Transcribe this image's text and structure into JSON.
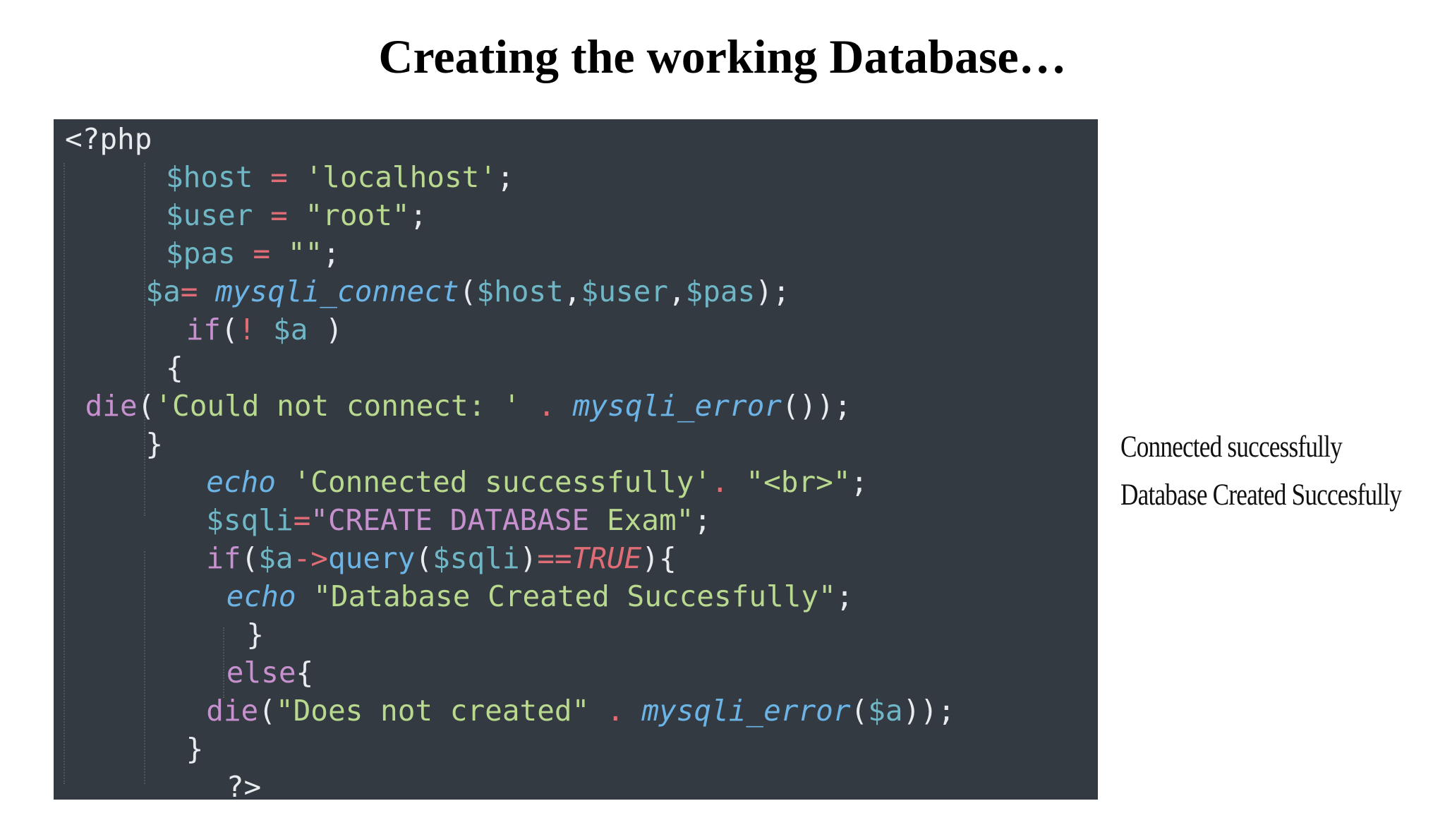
{
  "title": "Creating the working Database…",
  "code": {
    "lines": [
      {
        "indent": 0,
        "tokens": [
          {
            "t": "<?php",
            "c": "plain"
          }
        ]
      },
      {
        "indent": 5,
        "tokens": [
          {
            "t": "$host",
            "c": "var"
          },
          {
            "t": " = ",
            "c": "op"
          },
          {
            "t": "'localhost'",
            "c": "str"
          },
          {
            "t": ";",
            "c": "plain"
          }
        ]
      },
      {
        "indent": 5,
        "tokens": [
          {
            "t": "$user",
            "c": "var"
          },
          {
            "t": " = ",
            "c": "op"
          },
          {
            "t": "\"root\"",
            "c": "str"
          },
          {
            "t": ";",
            "c": "plain"
          }
        ]
      },
      {
        "indent": 5,
        "tokens": [
          {
            "t": "$pas",
            "c": "var"
          },
          {
            "t": " = ",
            "c": "op"
          },
          {
            "t": "\"\"",
            "c": "str"
          },
          {
            "t": ";",
            "c": "plain"
          }
        ]
      },
      {
        "indent": 4,
        "tokens": [
          {
            "t": "$a",
            "c": "var"
          },
          {
            "t": "= ",
            "c": "op"
          },
          {
            "t": "mysqli_connect",
            "c": "fn"
          },
          {
            "t": "(",
            "c": "plain"
          },
          {
            "t": "$host",
            "c": "var"
          },
          {
            "t": ",",
            "c": "plain"
          },
          {
            "t": "$user",
            "c": "var"
          },
          {
            "t": ",",
            "c": "plain"
          },
          {
            "t": "$pas",
            "c": "var"
          },
          {
            "t": ");",
            "c": "plain"
          }
        ]
      },
      {
        "indent": 6,
        "tokens": [
          {
            "t": "if",
            "c": "kw"
          },
          {
            "t": "(",
            "c": "plain"
          },
          {
            "t": "! ",
            "c": "op"
          },
          {
            "t": "$a",
            "c": "var"
          },
          {
            "t": " )",
            "c": "plain"
          }
        ]
      },
      {
        "indent": 5,
        "tokens": [
          {
            "t": "{",
            "c": "plain"
          }
        ]
      },
      {
        "indent": 1,
        "tokens": [
          {
            "t": "die",
            "c": "kw"
          },
          {
            "t": "(",
            "c": "plain"
          },
          {
            "t": "'Could not connect: '",
            "c": "str"
          },
          {
            "t": " . ",
            "c": "op"
          },
          {
            "t": "mysqli_error",
            "c": "fn"
          },
          {
            "t": "());",
            "c": "plain"
          }
        ]
      },
      {
        "indent": 4,
        "tokens": [
          {
            "t": "}",
            "c": "plain"
          }
        ]
      },
      {
        "indent": 7,
        "tokens": [
          {
            "t": "echo",
            "c": "fn"
          },
          {
            "t": " ",
            "c": "plain"
          },
          {
            "t": "'Connected successfully'",
            "c": "str"
          },
          {
            "t": ". ",
            "c": "op"
          },
          {
            "t": "\"<br>\"",
            "c": "str"
          },
          {
            "t": ";",
            "c": "plain"
          }
        ]
      },
      {
        "indent": 7,
        "tokens": [
          {
            "t": "$sqli",
            "c": "var"
          },
          {
            "t": "=",
            "c": "op"
          },
          {
            "t": "\"CREATE DATABASE ",
            "c": "kw"
          },
          {
            "t": "Exam\"",
            "c": "str"
          },
          {
            "t": ";",
            "c": "plain"
          }
        ]
      },
      {
        "indent": 7,
        "tokens": [
          {
            "t": "if",
            "c": "kw"
          },
          {
            "t": "(",
            "c": "plain"
          },
          {
            "t": "$a",
            "c": "var"
          },
          {
            "t": "->",
            "c": "op"
          },
          {
            "t": "query",
            "c": "method"
          },
          {
            "t": "(",
            "c": "plain"
          },
          {
            "t": "$sqli",
            "c": "var"
          },
          {
            "t": ")",
            "c": "plain"
          },
          {
            "t": "==",
            "c": "op"
          },
          {
            "t": "TRUE",
            "c": "const"
          },
          {
            "t": "){",
            "c": "plain"
          }
        ]
      },
      {
        "indent": 8,
        "tokens": [
          {
            "t": "echo",
            "c": "fn"
          },
          {
            "t": " ",
            "c": "plain"
          },
          {
            "t": "\"Database Created Succesfully\"",
            "c": "str"
          },
          {
            "t": ";",
            "c": "plain"
          }
        ]
      },
      {
        "indent": 9,
        "tokens": [
          {
            "t": "}",
            "c": "plain"
          }
        ]
      },
      {
        "indent": 8,
        "tokens": [
          {
            "t": "else",
            "c": "kw"
          },
          {
            "t": "{",
            "c": "plain"
          }
        ]
      },
      {
        "indent": 7,
        "tokens": [
          {
            "t": "die",
            "c": "kw"
          },
          {
            "t": "(",
            "c": "plain"
          },
          {
            "t": "\"Does not created\"",
            "c": "str"
          },
          {
            "t": " . ",
            "c": "op"
          },
          {
            "t": "mysqli_error",
            "c": "fn"
          },
          {
            "t": "(",
            "c": "plain"
          },
          {
            "t": "$a",
            "c": "var"
          },
          {
            "t": "));",
            "c": "plain"
          }
        ]
      },
      {
        "indent": 6,
        "tokens": [
          {
            "t": "}",
            "c": "plain"
          }
        ]
      },
      {
        "indent": 8,
        "tokens": [
          {
            "t": "?>",
            "c": "plain"
          }
        ]
      }
    ]
  },
  "output": {
    "line1": "Connected successfully",
    "line2": "Database Created Succesfully"
  }
}
